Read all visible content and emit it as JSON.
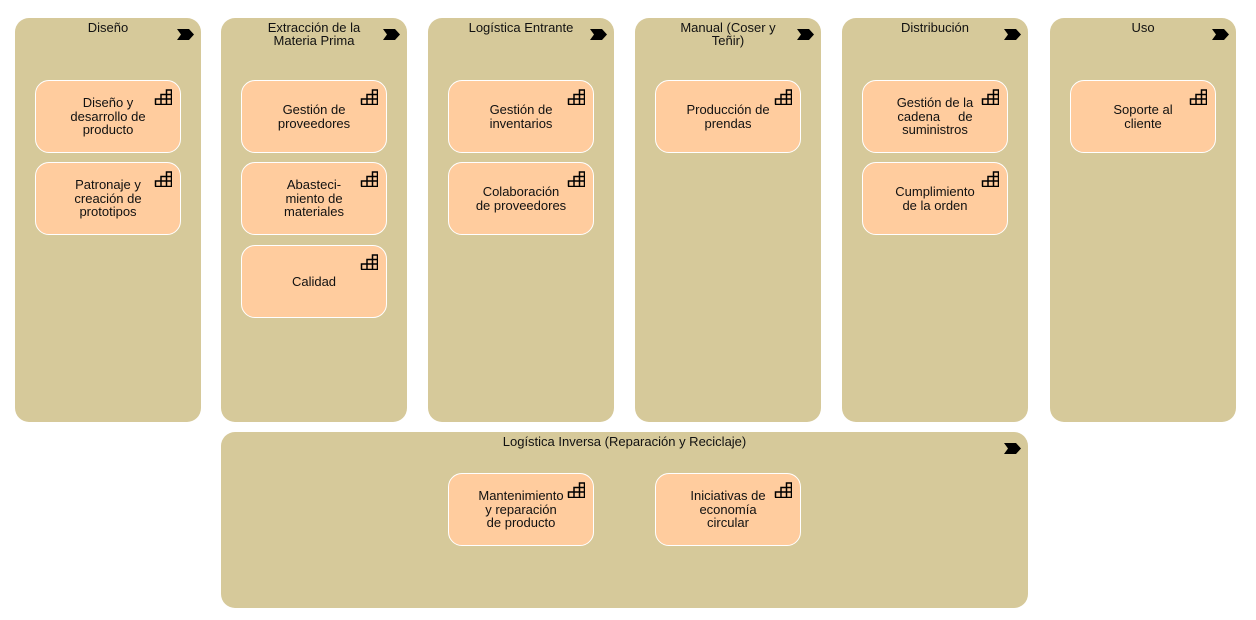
{
  "streams": [
    {
      "title": "Diseño"
    },
    {
      "title": "Extracción de la\nMateria Prima"
    },
    {
      "title": "Logística Entrante"
    },
    {
      "title": "Manual (Coser y\nTeñir)"
    },
    {
      "title": "Distribución"
    },
    {
      "title": "Uso"
    },
    {
      "title": "Logística Inversa (Reparación y Reciclaje)"
    }
  ],
  "capabilities": {
    "diseno": [
      "Diseño y\ndesarrollo de\nproducto",
      "Patronaje y\ncreación de\nprototipos"
    ],
    "extraccion": [
      "Gestión de\nproveedores",
      "Abasteci-\nmiento de\nmateriales",
      "Calidad"
    ],
    "logistica_entrante": [
      "Gestión de\ninventarios",
      "Colaboración\nde proveedores"
    ],
    "manual": [
      "Producción de\nprendas"
    ],
    "distribucion": [
      "Gestión de la\ncadena     de\nsuministros",
      "Cumplimiento\nde la orden"
    ],
    "uso": [
      "Soporte al\ncliente"
    ],
    "logistica_inversa": [
      "Mantenimiento\ny reparación\nde producto",
      "Iniciativas de\neconomía\ncircular"
    ]
  },
  "icons": {
    "stream": "value-stream-icon",
    "capability": "capability-icon"
  },
  "colors": {
    "stream_fill": "#d6c99a",
    "capability_fill": "#ffcc9e",
    "capability_border": "#ffffff"
  }
}
